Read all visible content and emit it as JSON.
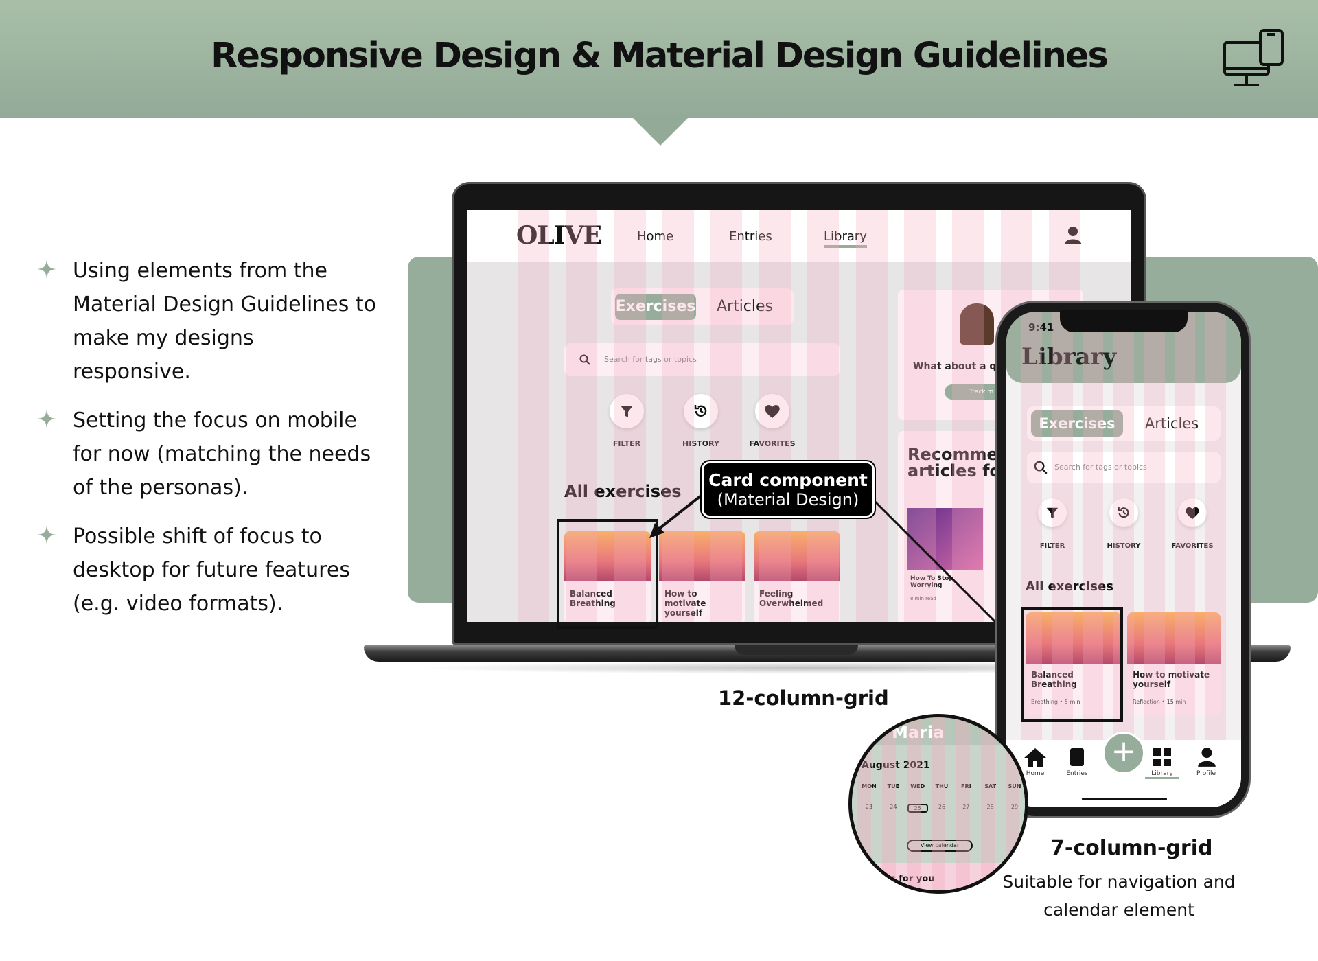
{
  "header": {
    "title": "Responsive Design & Material Design Guidelines",
    "icon": "devices-icon",
    "background": "#a1b7a3"
  },
  "bullets": [
    "Using elements from the Material Design Guidelines to make my designs responsive.",
    "Setting the focus on mobile for now (matching the needs of the personas).",
    "Possible shift of focus to desktop for future features (e.g. video formats)."
  ],
  "desktop": {
    "logo": "OLIVE",
    "nav": [
      "Home",
      "Entries",
      "Library"
    ],
    "active_nav": "Library",
    "segment": {
      "on": "Exercises",
      "off": "Articles"
    },
    "search_placeholder": "Search for tags or topics",
    "actions": [
      "FILTER",
      "HISTORY",
      "FAVORITES"
    ],
    "section_title": "All exercises",
    "cards": [
      "Balanced Breathing",
      "How to motivate yourself",
      "Feeling Overwhelmed"
    ],
    "side_panel": {
      "question": "What about a qu",
      "button": "Track m",
      "recommended_line1": "Recomme",
      "recommended_line2": "articles fo",
      "article_title": "How To Stop Worrying",
      "article_meta": "8 min read"
    }
  },
  "callout": {
    "line1": "Card component",
    "line2": "(Material Design)"
  },
  "grid_desktop_label": "12-column-grid",
  "mobile": {
    "time": "9:41",
    "title": "Library",
    "segment": {
      "on": "Exercises",
      "off": "Articles"
    },
    "search_placeholder": "Search for tags or topics",
    "actions": [
      "FILTER",
      "HISTORY",
      "FAVORITES"
    ],
    "section_title": "All exercises",
    "cards": [
      {
        "title": "Balanced Breathing",
        "meta": "Breathing • 5 min"
      },
      {
        "title": "How to motivate yourself",
        "meta": "Reflection • 15 min"
      }
    ],
    "tabs": [
      "Home",
      "Entries",
      "Library",
      "Profile"
    ]
  },
  "magnifier": {
    "name": "Maria",
    "month": "August 2021",
    "days": [
      "MON",
      "TUE",
      "WED",
      "THU",
      "FRI",
      "SAT",
      "SUN"
    ],
    "dates": [
      "23",
      "24",
      "25",
      "26",
      "27",
      "28",
      "29"
    ],
    "button": "View calendar",
    "footer": "s for you"
  },
  "grid_mobile_label": "7-column-grid",
  "grid_mobile_sub1": "Suitable for navigation and",
  "grid_mobile_sub2": "calendar element"
}
